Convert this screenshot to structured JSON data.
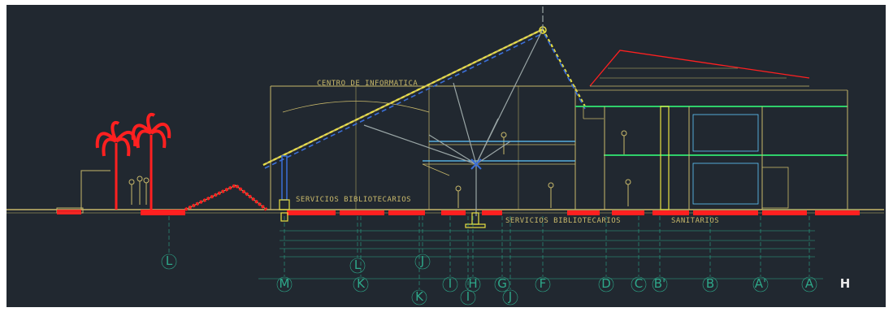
{
  "drawing": {
    "colors": {
      "background": "#212830",
      "structure": "#c8b86a",
      "roof_yellow": "#e8e040",
      "roof_blue": "#3b6fd8",
      "green": "#2fd06a",
      "vegetation": "#ff2020",
      "axis": "#2ea88a",
      "white": "#e8e8e8",
      "cyan": "#60c8ff"
    },
    "labels": {
      "centro_informatica": "CENTRO DE INFORMATICA",
      "servicios_1": "SERVICIOS BIBLIOTECARIOS",
      "servicios_2": "SERVICIOS BIBLIOTECARIOS",
      "sanitarios": "SANITARIOS"
    },
    "axes": [
      {
        "id": "L-upper",
        "label": "L"
      },
      {
        "id": "L-mid",
        "label": "L"
      },
      {
        "id": "M",
        "label": "M"
      },
      {
        "id": "K",
        "label": "K"
      },
      {
        "id": "J-upper",
        "label": "J"
      },
      {
        "id": "K-lower",
        "label": "K"
      },
      {
        "id": "I",
        "label": "I"
      },
      {
        "id": "I-lower",
        "label": "I"
      },
      {
        "id": "H",
        "label": "H"
      },
      {
        "id": "G",
        "label": "G"
      },
      {
        "id": "J-lower",
        "label": "J"
      },
      {
        "id": "F",
        "label": "F"
      },
      {
        "id": "D",
        "label": "D"
      },
      {
        "id": "C",
        "label": "C"
      },
      {
        "id": "B-prime",
        "label": "B'"
      },
      {
        "id": "B",
        "label": "B"
      },
      {
        "id": "A-prime",
        "label": "A'"
      },
      {
        "id": "A",
        "label": "A"
      },
      {
        "id": "H-right",
        "label": "H"
      }
    ]
  }
}
